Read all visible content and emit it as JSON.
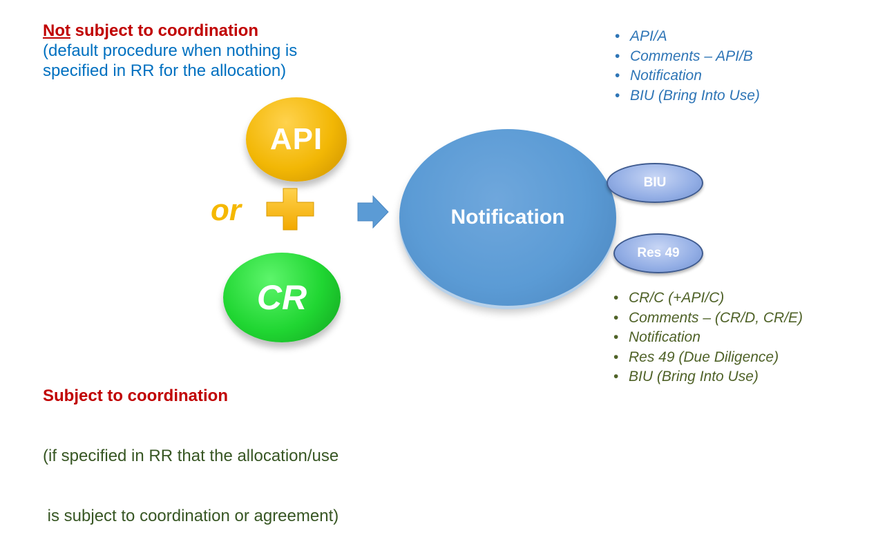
{
  "top_heading": {
    "emphasis": "Not",
    "rest": " subject to coordination",
    "line2": "(default procedure when nothing is",
    "line3": "specified in RR for the allocation)"
  },
  "bottom_heading": {
    "title": "Subject to coordination",
    "line2": "(if specified in RR that the allocation/use",
    "line3": " is subject to coordination or agreement)"
  },
  "nodes": {
    "api": "API",
    "cr": "CR",
    "or": "or",
    "notification": "Notification",
    "biu": "BIU",
    "res49": "Res 49"
  },
  "api_steps": [
    "API/A",
    "Comments – API/B",
    "Notification",
    "BIU (Bring Into Use)"
  ],
  "cr_steps": [
    "CR/C (+API/C)",
    "Comments – (CR/D, CR/E)",
    "Notification",
    "Res 49 (Due Diligence)",
    "BIU (Bring Into Use)"
  ],
  "bullet": "•",
  "colors": {
    "red": "#c00000",
    "blue": "#0070c0",
    "green": "#375623",
    "api_orange": "#f2b705",
    "cr_green": "#20d632",
    "notification_blue": "#5b9bd5",
    "arrow_blue": "#5b9bd5",
    "pill_lavender": "#93aee5"
  }
}
